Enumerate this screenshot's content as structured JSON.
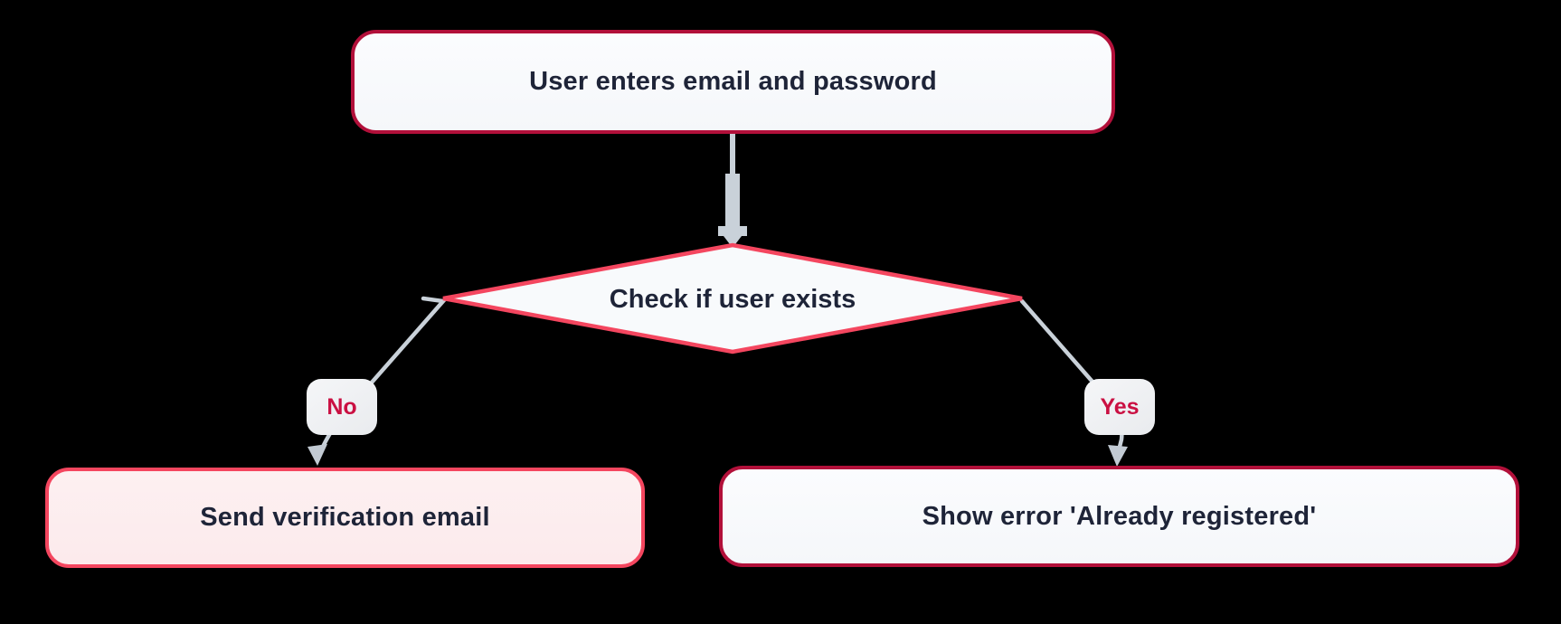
{
  "diagram": {
    "type": "flowchart",
    "nodes": {
      "start": {
        "label": "User enters email and password",
        "shape": "rounded-rectangle"
      },
      "decision": {
        "label": "Check if user exists",
        "shape": "diamond"
      },
      "no_result": {
        "label": "Send verification email",
        "shape": "rounded-rectangle"
      },
      "yes_result": {
        "label": "Show error 'Already registered'",
        "shape": "rounded-rectangle"
      }
    },
    "edges": [
      {
        "from": "start",
        "to": "decision",
        "label": ""
      },
      {
        "from": "decision",
        "to": "no_result",
        "label": "No"
      },
      {
        "from": "decision",
        "to": "yes_result",
        "label": "Yes"
      }
    ],
    "colors": {
      "background": "#000000",
      "border_dark_crimson": "#b2103a",
      "border_bright_red": "#f4465f",
      "node_fill_light": "#f8fafc",
      "node_fill_pink": "#fdedef",
      "connector_gray": "#c9d1d9",
      "badge_fill": "#eef0f2",
      "label_text": "#1e2438",
      "badge_text": "#ca1042"
    }
  }
}
